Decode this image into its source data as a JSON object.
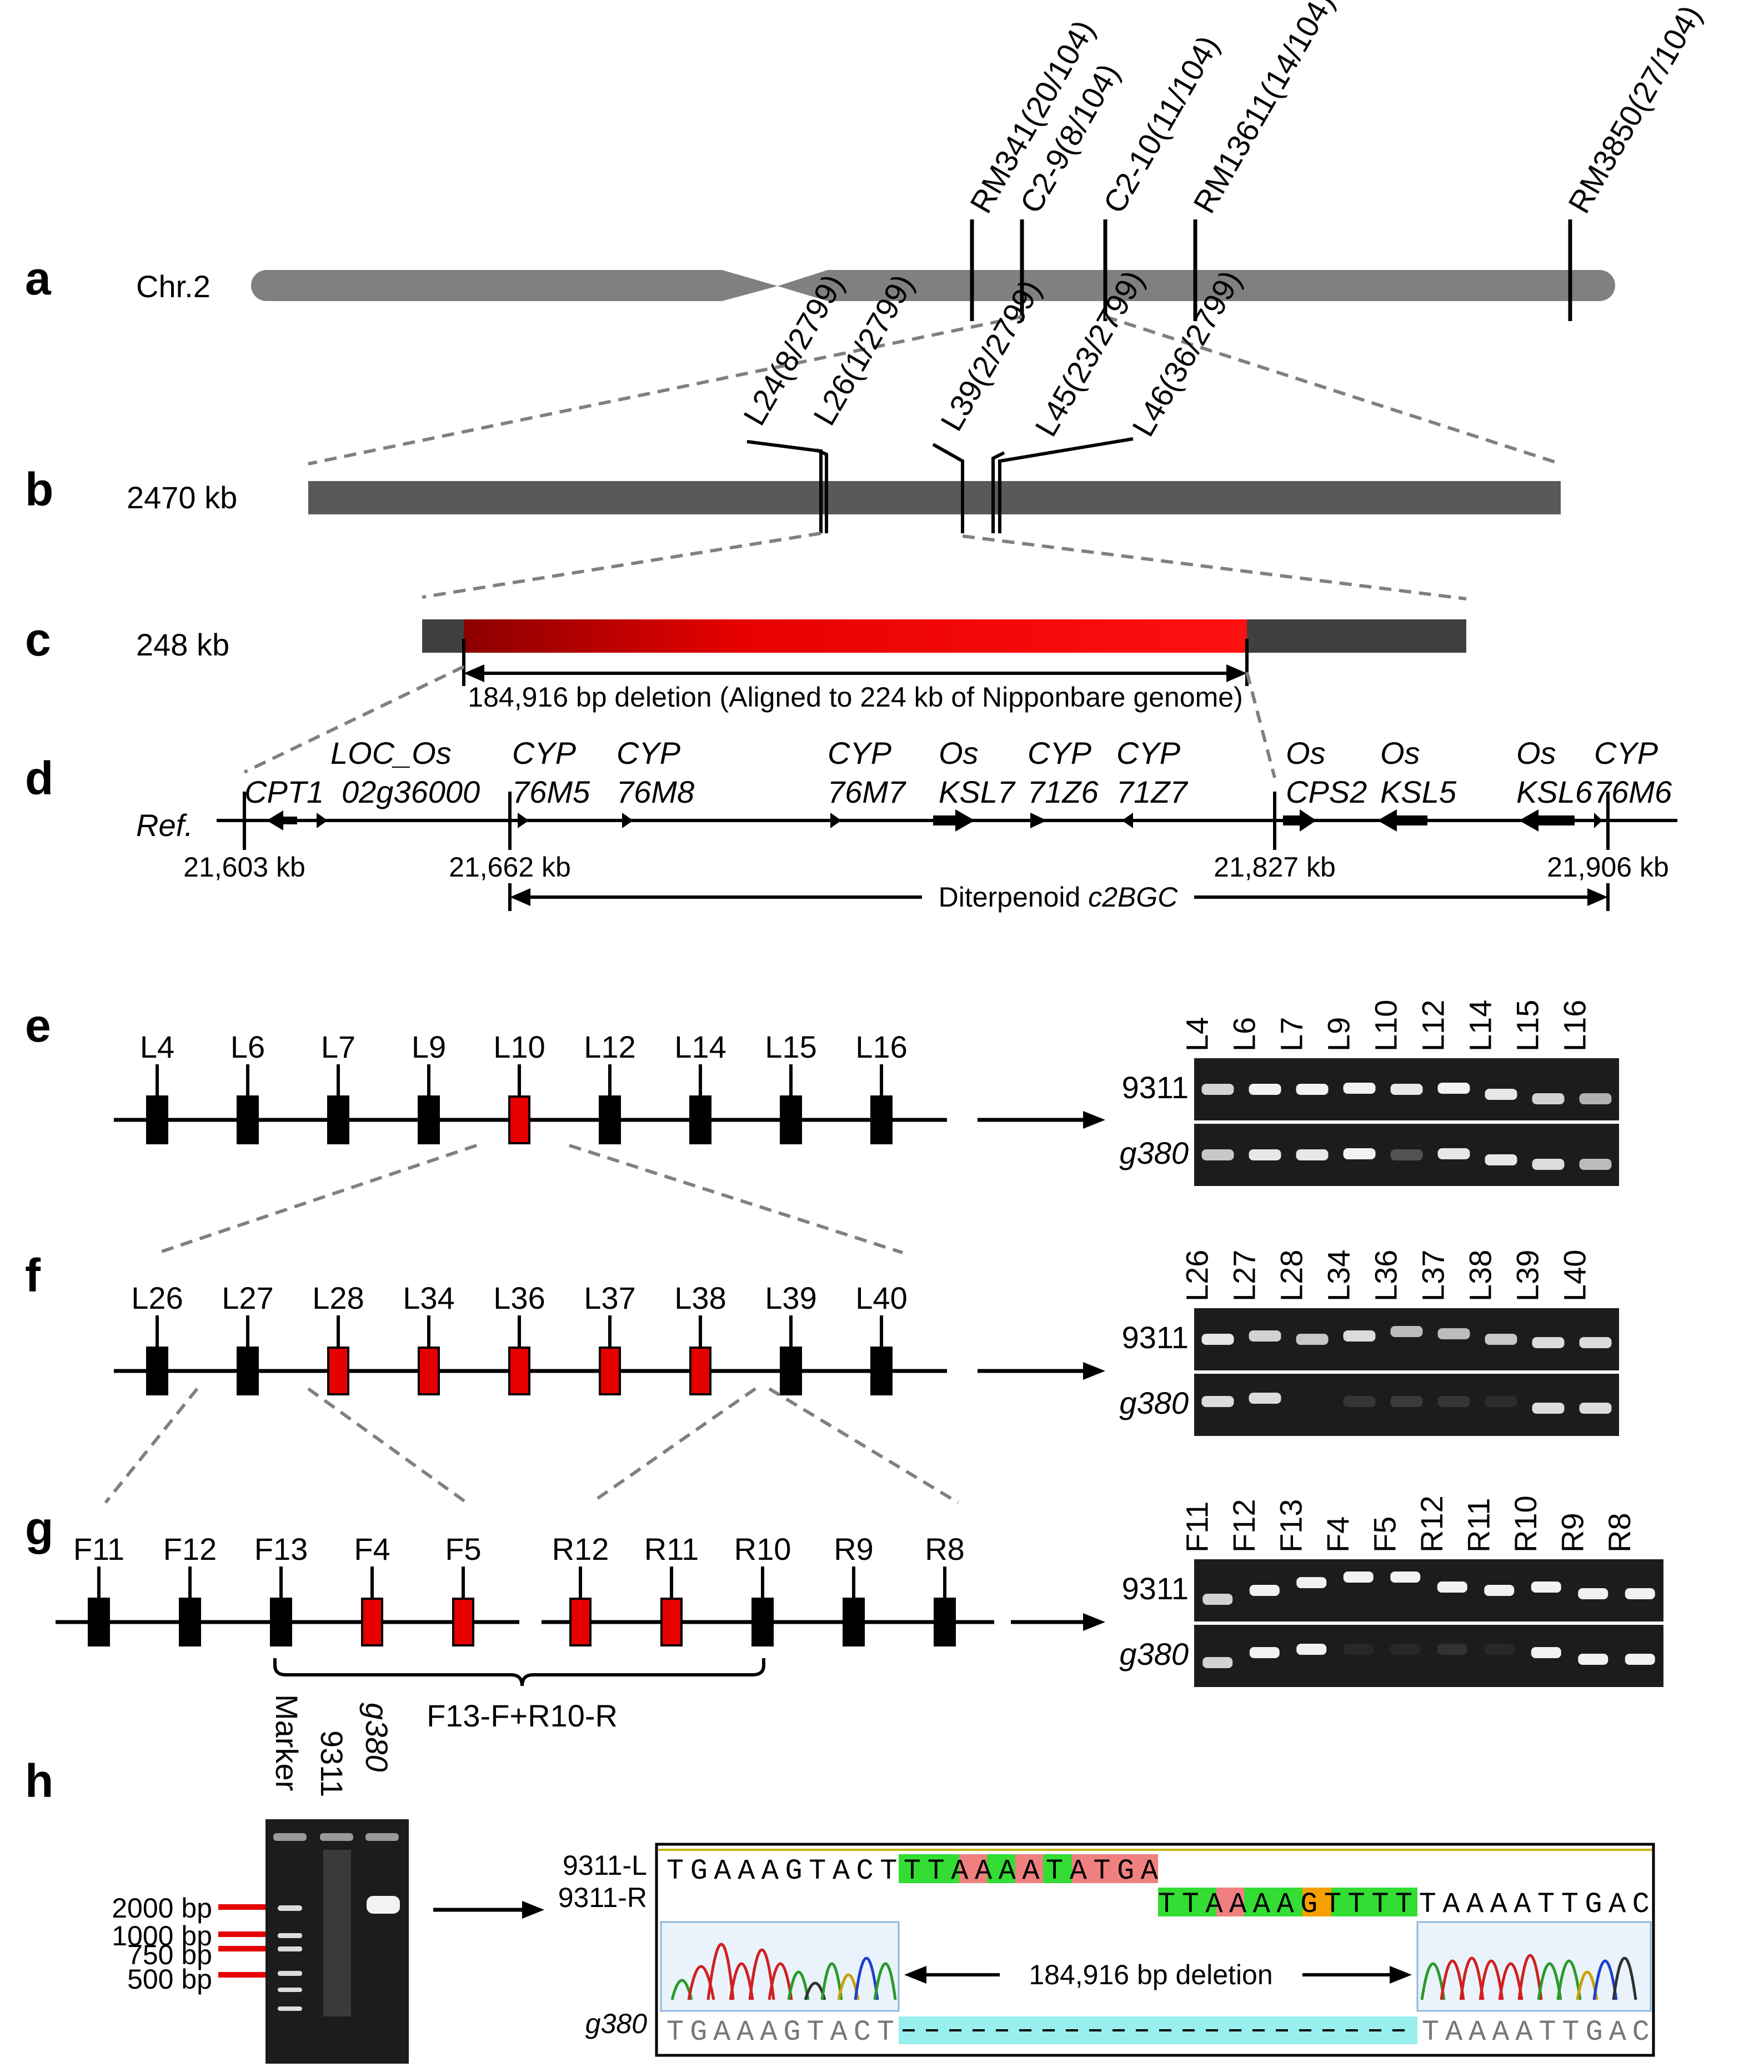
{
  "panels": {
    "a": "a",
    "b": "b",
    "c": "c",
    "d": "d",
    "e": "e",
    "f": "f",
    "g": "g",
    "h": "h"
  },
  "panel_a": {
    "chromosome": "Chr.2",
    "markers": [
      "RM341(20/104)",
      "C2-9(8/104)",
      "C2-10(11/104)",
      "RM13611(14/104)",
      "RM3850(27/104)"
    ]
  },
  "panel_b": {
    "size": "2470 kb",
    "markers": [
      "L24(8/2799)",
      "L26(1/2799)",
      "L39(2/2799)",
      "L45(23/2799)",
      "L46(36/2799)"
    ]
  },
  "panel_c": {
    "size": "248 kb",
    "deletion": "184,916 bp deletion (Aligned to 224 kb of Nipponbare genome)"
  },
  "panel_d": {
    "ref": "Ref.",
    "genes": [
      {
        "l1": "",
        "l2": "CPT1"
      },
      {
        "l1": "LOC_Os",
        "l2": "02g36000"
      },
      {
        "l1": "CYP",
        "l2": "76M5"
      },
      {
        "l1": "CYP",
        "l2": "76M8"
      },
      {
        "l1": "CYP",
        "l2": "76M7"
      },
      {
        "l1": "Os",
        "l2": "KSL7"
      },
      {
        "l1": "CYP",
        "l2": "71Z6"
      },
      {
        "l1": "CYP",
        "l2": "71Z7"
      },
      {
        "l1": "Os",
        "l2": "CPS2"
      },
      {
        "l1": "Os",
        "l2": "KSL5"
      },
      {
        "l1": "Os",
        "l2": "KSL6"
      },
      {
        "l1": "CYP",
        "l2": "76M6"
      }
    ],
    "positions": [
      "21,603 kb",
      "21,662 kb",
      "21,827 kb",
      "21,906 kb"
    ],
    "cluster_prefix": "Diterpenoid ",
    "cluster_name": "c2BGC"
  },
  "panel_e": {
    "markers": [
      {
        "name": "L4",
        "deleted": false
      },
      {
        "name": "L6",
        "deleted": false
      },
      {
        "name": "L7",
        "deleted": false
      },
      {
        "name": "L9",
        "deleted": false
      },
      {
        "name": "L10",
        "deleted": true
      },
      {
        "name": "L12",
        "deleted": false
      },
      {
        "name": "L14",
        "deleted": false
      },
      {
        "name": "L15",
        "deleted": false
      },
      {
        "name": "L16",
        "deleted": false
      }
    ],
    "lanes": [
      "L4",
      "L6",
      "L7",
      "L9",
      "L10",
      "L12",
      "L14",
      "L15",
      "L16"
    ],
    "row1": "9311",
    "row2": "g380"
  },
  "panel_f": {
    "markers": [
      {
        "name": "L26",
        "deleted": false
      },
      {
        "name": "L27",
        "deleted": false
      },
      {
        "name": "L28",
        "deleted": true
      },
      {
        "name": "L34",
        "deleted": true
      },
      {
        "name": "L36",
        "deleted": true
      },
      {
        "name": "L37",
        "deleted": true
      },
      {
        "name": "L38",
        "deleted": true
      },
      {
        "name": "L39",
        "deleted": false
      },
      {
        "name": "L40",
        "deleted": false
      }
    ],
    "lanes": [
      "L26",
      "L27",
      "L28",
      "L34",
      "L36",
      "L37",
      "L38",
      "L39",
      "L40"
    ],
    "row1": "9311",
    "row2": "g380"
  },
  "panel_g": {
    "left_markers": [
      {
        "name": "F11",
        "deleted": false
      },
      {
        "name": "F12",
        "deleted": false
      },
      {
        "name": "F13",
        "deleted": false
      },
      {
        "name": "F4",
        "deleted": true
      },
      {
        "name": "F5",
        "deleted": true
      }
    ],
    "right_markers": [
      {
        "name": "R12",
        "deleted": true
      },
      {
        "name": "R11",
        "deleted": true
      },
      {
        "name": "R10",
        "deleted": false
      },
      {
        "name": "R9",
        "deleted": false
      },
      {
        "name": "R8",
        "deleted": false
      }
    ],
    "bracket_label": "F13-F+R10-R",
    "lanes": [
      "F11",
      "F12",
      "F13",
      "F4",
      "F5",
      "R12",
      "R11",
      "R10",
      "R9",
      "R8"
    ],
    "row1": "9311",
    "row2": "g380"
  },
  "panel_h": {
    "lanes": [
      "Marker",
      "9311",
      "g380"
    ],
    "ladder": [
      "2000 bp",
      "1000 bp",
      "750 bp",
      "500 bp"
    ],
    "seq_labels": [
      "9311-L",
      "9311-R",
      "g380"
    ],
    "seq_l": "TGAAAGTACTTTAAAATATGA",
    "seq_r": "TTAAAAGTTTTTAAAATTGAC",
    "seq_g380_left": "TGAAAGTACT",
    "seq_g380_right": "TAAAATTGAC",
    "deletion_label": "184,916 bp deletion"
  },
  "colors": {
    "chromosome": "#808080",
    "region": "#595959",
    "deletion": "#e60000",
    "gel": "#1c1c1c",
    "green": "#33dd33",
    "salmon": "#f08080",
    "cyan": "#99eeee",
    "ladder_line": "#e60000"
  }
}
